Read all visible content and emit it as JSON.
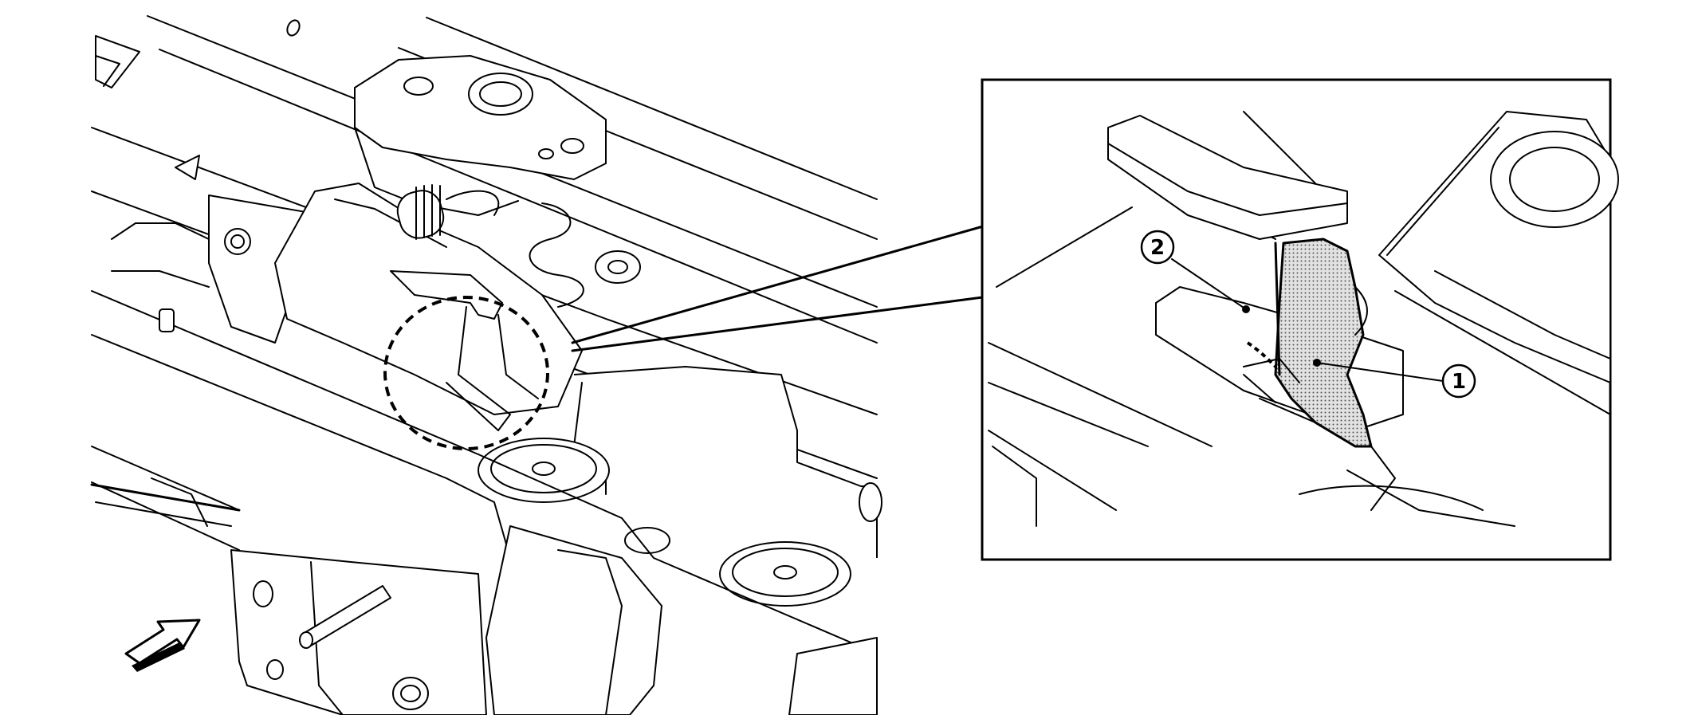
{
  "callouts": [
    {
      "id": "1",
      "label": "1"
    },
    {
      "id": "2",
      "label": "2"
    }
  ],
  "colors": {
    "line": "#000000",
    "background": "#ffffff",
    "highlight_fill": "#cfcfcf"
  },
  "icons": [
    "front-direction-arrow-icon",
    "magnifier-circle-icon"
  ]
}
